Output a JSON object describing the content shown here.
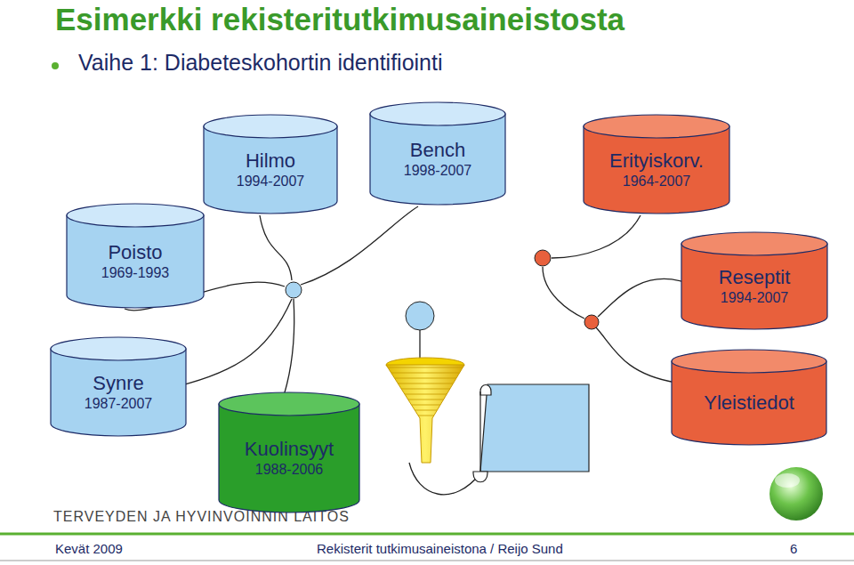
{
  "diagram": {
    "title": "Esimerkki rekisteritutkimusaineistosta",
    "nodes": [
      {
        "text": [
          "Hilmo",
          "1994-2007"
        ]
      },
      {
        "text": [
          "Bench",
          "1998-2007"
        ]
      },
      {
        "text": [
          "Erityiskorv.",
          "1964-2007"
        ]
      },
      {
        "text": [
          "Poisto",
          "1969-1993"
        ]
      },
      {
        "text": [
          "Reseptit",
          "1994-2007"
        ]
      },
      {
        "text": [
          "Synre",
          "1987-2007"
        ]
      },
      {
        "text": [
          "Yleistiedot"
        ]
      },
      {
        "text": [
          "Kuolinsyyt",
          "1988-2006"
        ]
      }
    ],
    "labels": [
      "Vaihe 1: Diabeteskohortin identifiointi",
      "TERVEYDEN JA HYVINVOINNIN LAITOS",
      "Kevät 2009",
      "Rekisterit tutkimusaineistona / Reijo Sund",
      "6"
    ]
  }
}
